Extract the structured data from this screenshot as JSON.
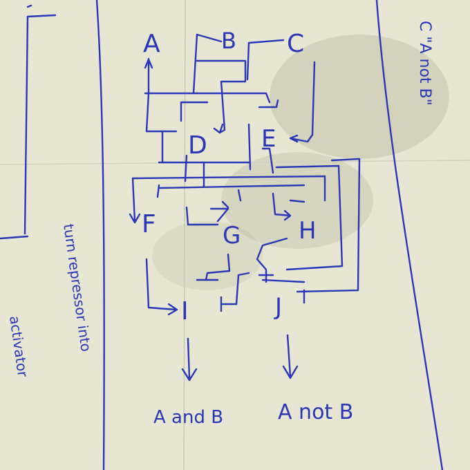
{
  "colors": {
    "paper": "#e6e6d2",
    "ink": "#2b35b8",
    "stain": "#9a9a80"
  },
  "nodes": {
    "a": "A",
    "b": "B",
    "c": "C",
    "d": "D",
    "e": "E",
    "f": "F",
    "g": "G",
    "h": "H",
    "i": "I",
    "j": "J"
  },
  "outputs": {
    "left": "A and B",
    "right": "A not B"
  },
  "notes": {
    "right_margin": "C \"A not B\"",
    "left_margin_1": "turn repressor into",
    "left_margin_2": "activator"
  }
}
